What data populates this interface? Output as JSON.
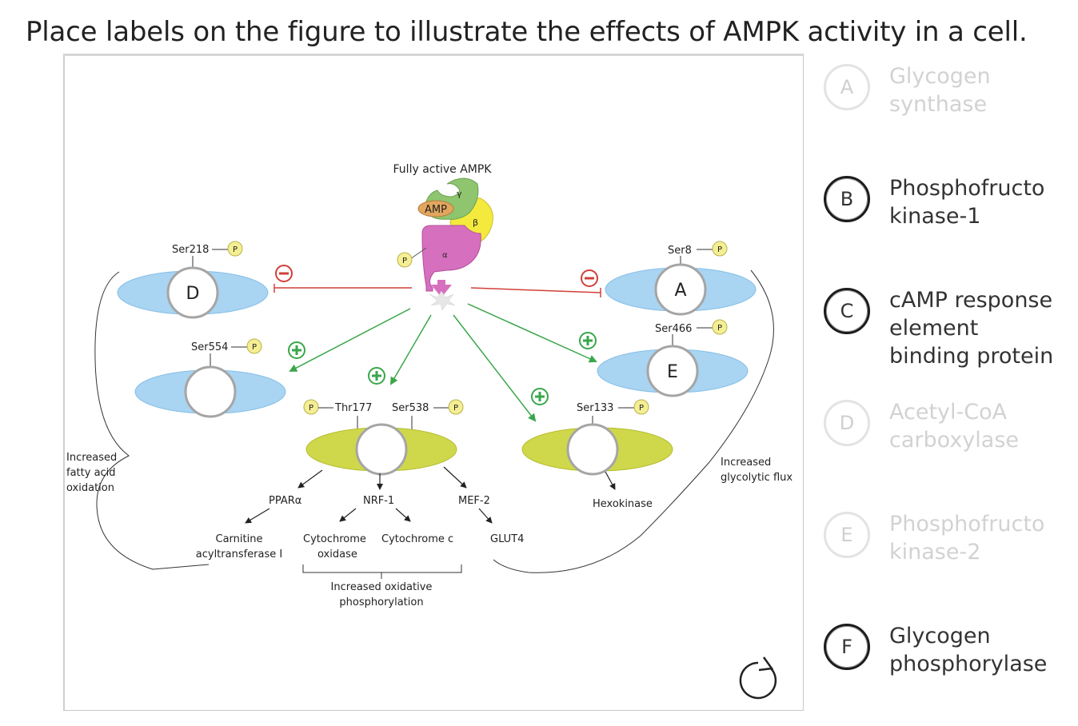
{
  "question": "Place labels on the figure to illustrate the effects of AMPK activity in a cell.",
  "figure": {
    "title": "Fully active AMPK",
    "amp": "AMP",
    "gamma": "γ",
    "beta": "β",
    "alpha": "α",
    "p": "P",
    "ser218": "Ser218",
    "ser554": "Ser554",
    "ser8": "Ser8",
    "ser466": "Ser466",
    "ser133": "Ser133",
    "thr177": "Thr177",
    "ser538": "Ser538",
    "ppara": "PPARα",
    "nrf1": "NRF-1",
    "mef2": "MEF-2",
    "hexokinase": "Hexokinase",
    "carnitine_1": "Carnitine",
    "carnitine_2": "acyltransferase I",
    "cyto_ox_1": "Cytochrome",
    "cyto_ox_2": "oxidase",
    "cyto_c": "Cytochrome c",
    "glut4": "GLUT4",
    "oxphos_1": "Increased oxidative",
    "oxphos_2": "phosphorylation",
    "fatty_1": "Increased",
    "fatty_2": "fatty acid",
    "fatty_3": "oxidation",
    "glyco_1": "Increased",
    "glyco_2": "glycolytic flux",
    "minus": "−",
    "plus": "+"
  },
  "placed": {
    "slot_ser218": "D",
    "slot_ser8": "A",
    "slot_ser466": "E",
    "slot_ser554": "",
    "slot_thr177": "",
    "slot_ser133": ""
  },
  "colors": {
    "inhibit": "#d0403a",
    "activate": "#3aa64a",
    "blue_ellipse": "#a9d4f2",
    "green_ellipse": "#cfd84a"
  },
  "bank": [
    {
      "letter": "A",
      "label_1": "Glycogen",
      "label_2": "synthase",
      "label_3": "",
      "state": "used"
    },
    {
      "letter": "B",
      "label_1": "Phosphofructo",
      "label_2": "kinase-1",
      "label_3": "",
      "state": "available"
    },
    {
      "letter": "C",
      "label_1": "cAMP response",
      "label_2": "element",
      "label_3": "binding protein",
      "state": "available"
    },
    {
      "letter": "D",
      "label_1": "Acetyl-CoA",
      "label_2": "carboxylase",
      "label_3": "",
      "state": "used"
    },
    {
      "letter": "E",
      "label_1": "Phosphofructo",
      "label_2": "kinase-2",
      "label_3": "",
      "state": "used"
    },
    {
      "letter": "F",
      "label_1": "Glycogen",
      "label_2": "phosphorylase",
      "label_3": "",
      "state": "available"
    }
  ]
}
